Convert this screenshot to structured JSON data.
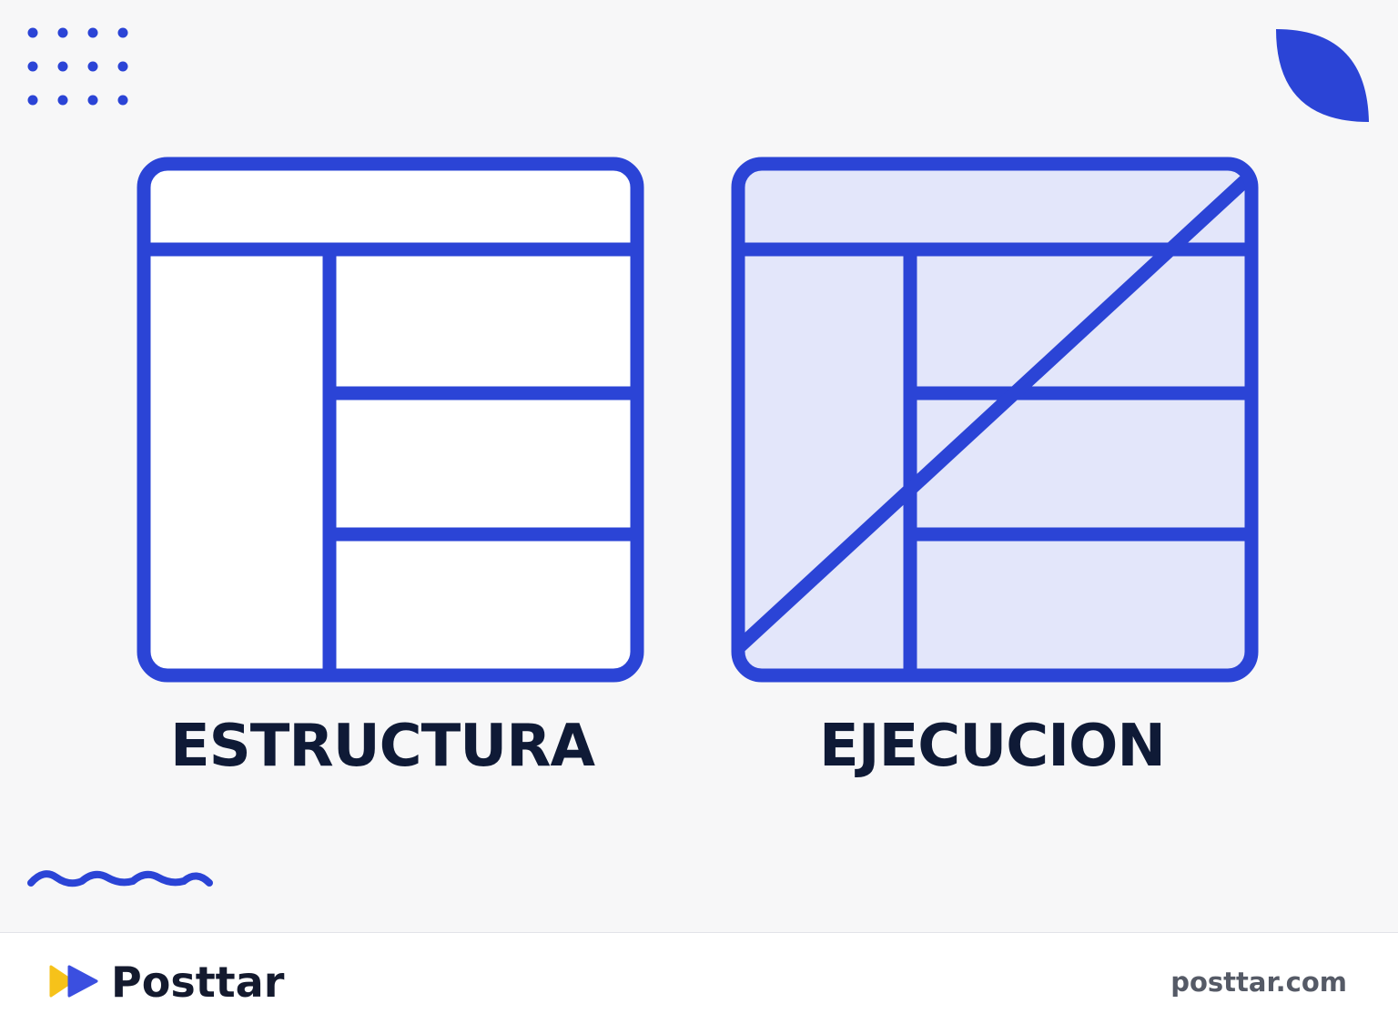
{
  "colors": {
    "accent": "#2b44d6",
    "fill_light": "#e3e6fa",
    "text_dark": "#0f1a36",
    "background": "#f7f7f8",
    "logo_yellow": "#f6c21a"
  },
  "diagrams": [
    {
      "label": "ESTRUCTURA",
      "filled": false,
      "diagonal": false
    },
    {
      "label": "EJECUCION",
      "filled": true,
      "diagonal": true
    }
  ],
  "footer": {
    "brand_name": "Posttar",
    "url": "posttar.com",
    "logo_icon": "play-arrows-icon"
  },
  "decorations": [
    "dot-grid-icon",
    "leaf-shape-icon",
    "squiggle-line-icon"
  ]
}
